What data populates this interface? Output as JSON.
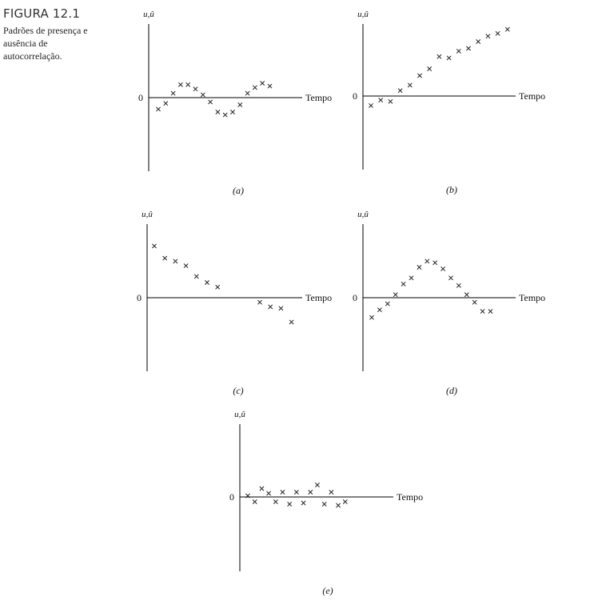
{
  "figure": {
    "label": "FIGURA 12.1",
    "caption_lines": [
      "Padrões de presença e",
      "ausência de",
      "autocorrelação."
    ]
  },
  "chart_data": [
    {
      "type": "scatter",
      "panel_label": "(a)",
      "ylabel": "u,û",
      "xlabel": "Tempo",
      "zero_label": "0",
      "series": [
        {
          "x": [
            1,
            2,
            3,
            4,
            5,
            6,
            7,
            8,
            9,
            10,
            11,
            12,
            13,
            14,
            15,
            16
          ],
          "y": [
            -0.8,
            -0.4,
            0.3,
            0.9,
            0.9,
            0.6,
            0.2,
            -0.3,
            -1.0,
            -1.2,
            -1.0,
            -0.5,
            0.3,
            0.7,
            1.0,
            0.8
          ]
        }
      ]
    },
    {
      "type": "scatter",
      "panel_label": "(b)",
      "ylabel": "u,û",
      "xlabel": "Tempo",
      "zero_label": "0",
      "series": [
        {
          "x": [
            1,
            2,
            3,
            4,
            5,
            6,
            7,
            8,
            9,
            10,
            11,
            12,
            13,
            14,
            15
          ],
          "y": [
            -0.7,
            -0.3,
            -0.4,
            0.4,
            0.8,
            1.5,
            2.0,
            2.9,
            2.8,
            3.3,
            3.5,
            4.0,
            4.4,
            4.6,
            4.9
          ]
        }
      ]
    },
    {
      "type": "scatter",
      "panel_label": "(c)",
      "ylabel": "u,û",
      "xlabel": "Tempo",
      "zero_label": "0",
      "series": [
        {
          "x": [
            1,
            2,
            3,
            4,
            5,
            6,
            7,
            11,
            12,
            13,
            14
          ],
          "y": [
            3.4,
            2.6,
            2.4,
            2.1,
            1.4,
            1.0,
            0.7,
            -0.3,
            -0.6,
            -0.7,
            -1.6
          ]
        }
      ]
    },
    {
      "type": "scatter",
      "panel_label": "(d)",
      "ylabel": "u,û",
      "xlabel": "Tempo",
      "zero_label": "0",
      "series": [
        {
          "x": [
            1,
            2,
            3,
            4,
            5,
            6,
            7,
            8,
            9,
            10,
            11,
            12,
            13,
            14,
            15,
            16
          ],
          "y": [
            -1.3,
            -0.8,
            -0.4,
            0.2,
            0.9,
            1.3,
            2.0,
            2.4,
            2.3,
            1.9,
            1.3,
            0.8,
            0.2,
            -0.3,
            -0.9,
            -0.9
          ]
        }
      ]
    },
    {
      "type": "scatter",
      "panel_label": "(e)",
      "ylabel": "u,û",
      "xlabel": "Tempo",
      "zero_label": "0",
      "series": [
        {
          "x": [
            1,
            2,
            3,
            4,
            5,
            6,
            7,
            8,
            9,
            10,
            11,
            12,
            13,
            14,
            15
          ],
          "y": [
            0.1,
            -0.4,
            0.7,
            0.3,
            -0.4,
            0.4,
            -0.6,
            0.4,
            -0.5,
            0.4,
            1.0,
            -0.6,
            0.4,
            -0.7,
            -0.4
          ]
        }
      ]
    }
  ]
}
